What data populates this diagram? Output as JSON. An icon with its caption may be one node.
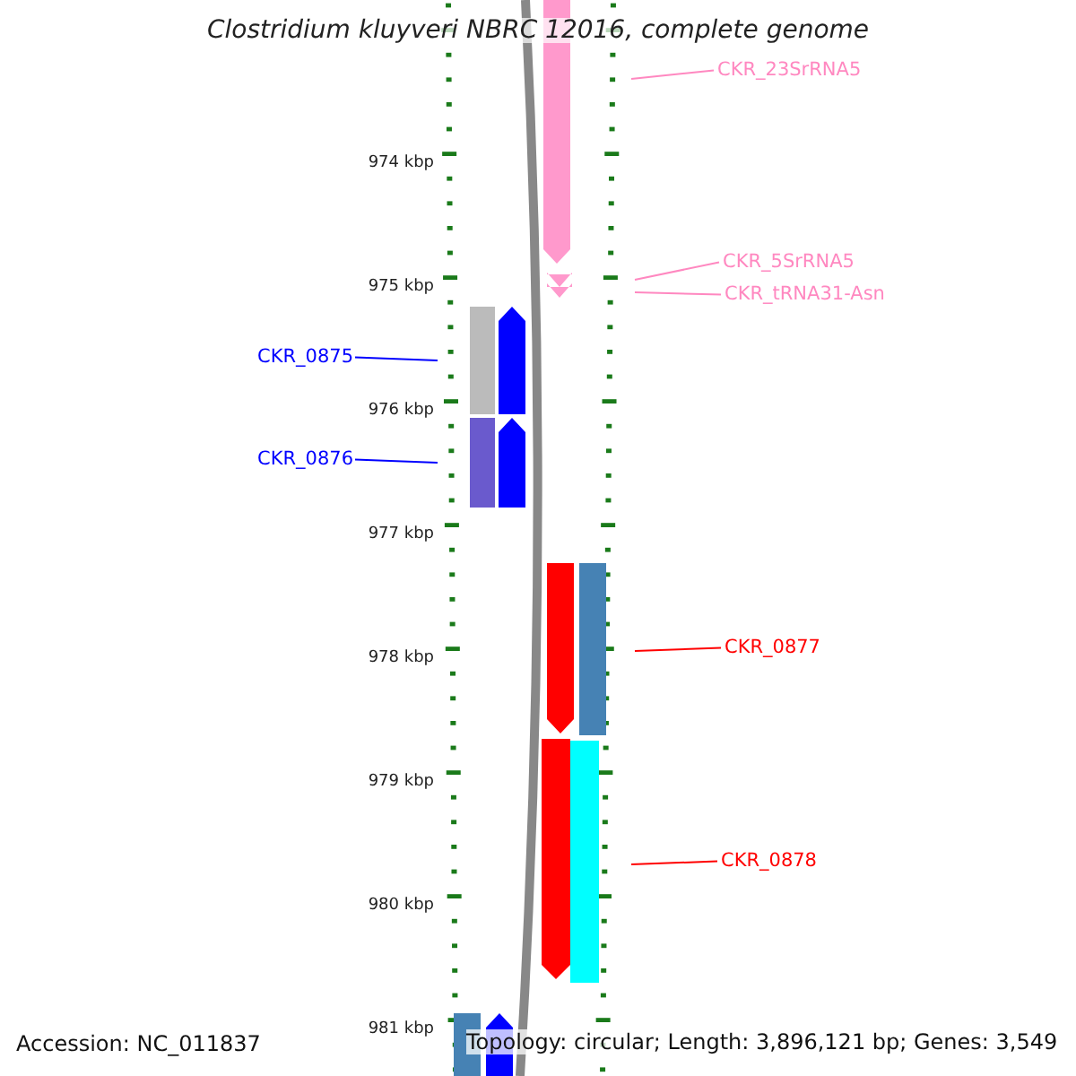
{
  "diagram": {
    "title": "Clostridium kluyveri NBRC 12016, complete genome",
    "nodes": [
      {
        "text": [
          "CKR_23SrRNA5"
        ]
      },
      {
        "text": [
          "CKR_5SrRNA5"
        ]
      },
      {
        "text": [
          "CKR_tRNA31-Asn"
        ]
      },
      {
        "text": [
          "CKR_0875"
        ]
      },
      {
        "text": [
          "CKR_0876"
        ]
      },
      {
        "text": [
          "CKR_0877"
        ]
      },
      {
        "text": [
          "CKR_0878"
        ]
      }
    ],
    "edges": [
      {
        "from": 0,
        "to": null,
        "arrow": "none"
      },
      {
        "from": 1,
        "to": null,
        "arrow": "none"
      },
      {
        "from": 2,
        "to": null,
        "arrow": "none"
      },
      {
        "from": 3,
        "to": null,
        "arrow": "none",
        "color": "#0000ff"
      },
      {
        "from": 4,
        "to": null,
        "arrow": "none",
        "color": "#0000ff"
      },
      {
        "from": 5,
        "to": null,
        "arrow": "none",
        "color": "#ff0000"
      },
      {
        "from": 6,
        "to": null,
        "arrow": "none",
        "color": "#ff0000"
      }
    ],
    "labels": [
      "974 kbp",
      "975 kbp",
      "976 kbp",
      "977 kbp",
      "978 kbp",
      "979 kbp",
      "980 kbp",
      "981 kbp",
      "Accession: NC_011837",
      "Topology: circular; Length: 3,896,121 bp; Genes: 3,549"
    ]
  }
}
